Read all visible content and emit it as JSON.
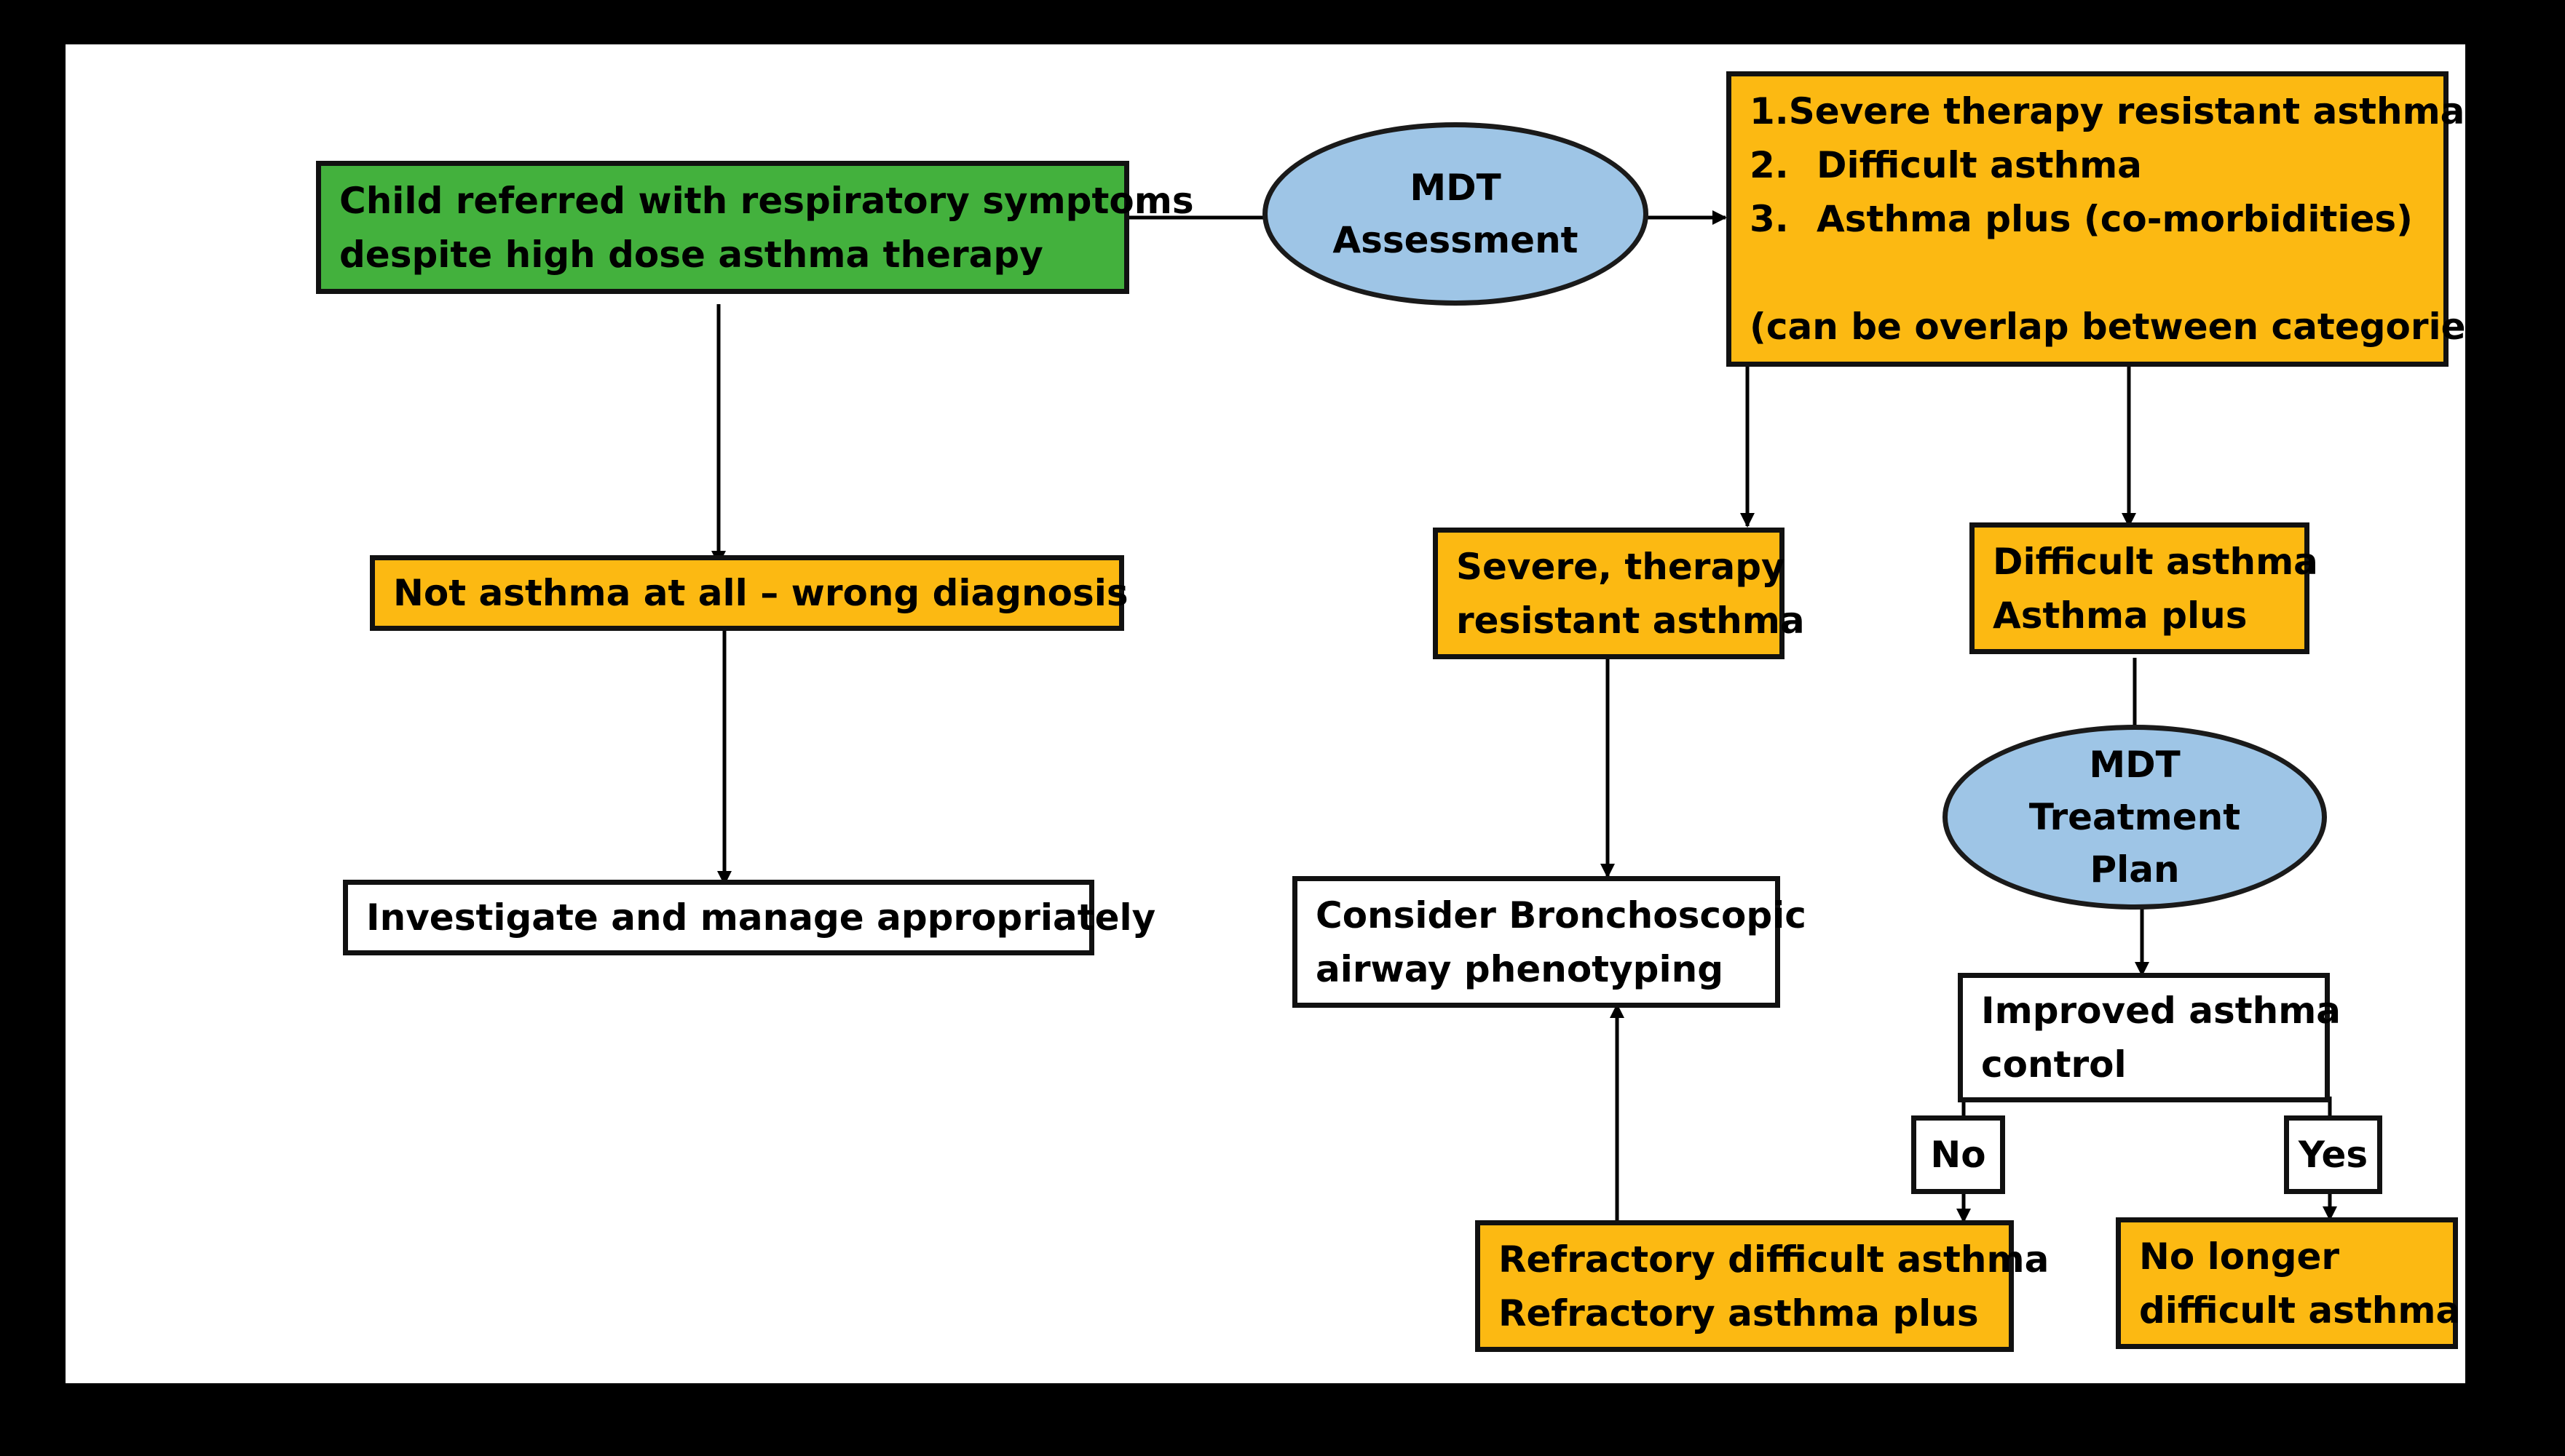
{
  "flowchart": {
    "start": {
      "line1": "Child referred with respiratory symptoms",
      "line2": "despite high dose asthma therapy"
    },
    "mdt_assessment": {
      "line1": "MDT",
      "line2": "Assessment"
    },
    "categories": {
      "items": [
        {
          "num": "1.",
          "text": "Severe therapy resistant asthma"
        },
        {
          "num": "2.",
          "text": "Difficult asthma"
        },
        {
          "num": "3.",
          "text": "Asthma plus (co-morbidities)"
        }
      ],
      "note": "(can be overlap between categories)"
    },
    "not_asthma": "Not asthma at all – wrong diagnosis",
    "investigate": "Investigate and manage appropriately",
    "severe": {
      "line1": "Severe, therapy",
      "line2": "resistant asthma"
    },
    "difficult": {
      "line1": "Difficult asthma",
      "line2": "Asthma plus"
    },
    "mdt_treatment": {
      "line1": "MDT",
      "line2": "Treatment",
      "line3": "Plan"
    },
    "bronchoscopic": {
      "line1": "Consider Bronchoscopic",
      "line2": "airway phenotyping"
    },
    "improved": {
      "line1": "Improved asthma",
      "line2": "control"
    },
    "no_label": "No",
    "yes_label": "Yes",
    "refractory": {
      "line1": "Refractory difficult asthma",
      "line2": "Refractory asthma plus"
    },
    "no_longer": {
      "line1": "No longer",
      "line2": "difficult asthma"
    }
  },
  "colors": {
    "start_box": "#43b13d",
    "category_box": "#fcb912",
    "oval": "#9ec5e6",
    "frame": "#000000"
  }
}
